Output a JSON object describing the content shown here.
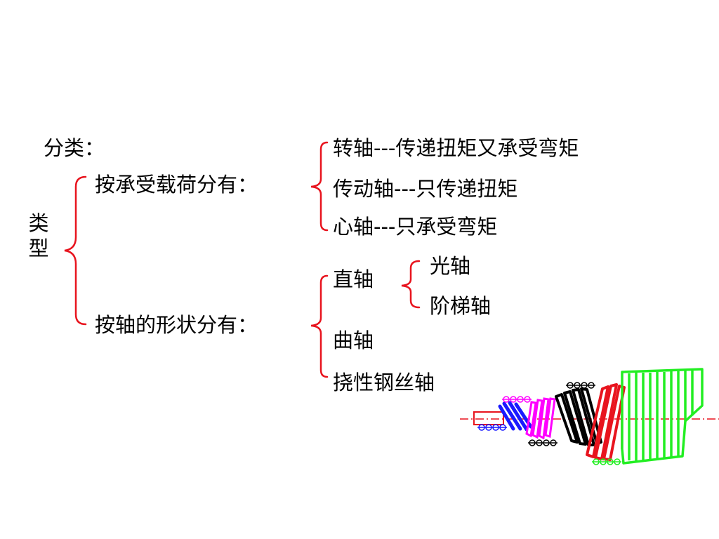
{
  "heading": "分类：",
  "category_label": [
    "类",
    "型"
  ],
  "by_load": {
    "label": "按承受载荷分有：",
    "items": [
      "转轴---传递扭矩又承受弯矩",
      "传动轴---只传递扭矩",
      "心轴---只承受弯矩"
    ]
  },
  "by_shape": {
    "label": "按轴的形状分有：",
    "straight": {
      "label": "直轴",
      "items": [
        "光轴",
        "阶梯轴"
      ]
    },
    "crankshaft": "曲轴",
    "flexible": "挠性钢丝轴"
  },
  "colors": {
    "brace": "#e8141e",
    "text": "#000000",
    "coil_red": "#e8141e",
    "coil_blue": "#1a1aff",
    "coil_magenta": "#ff00ff",
    "coil_black": "#000000",
    "coil_green": "#22ee22"
  },
  "icons": [
    "flexible-shaft-illustration"
  ]
}
